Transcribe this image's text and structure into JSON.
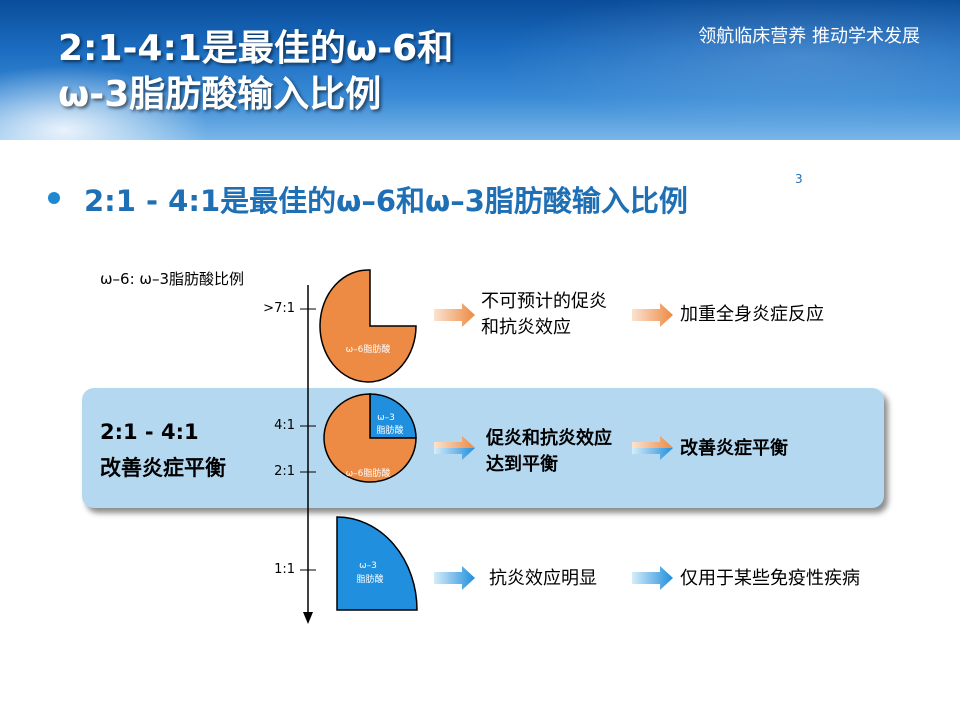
{
  "header": {
    "title_line1": "2:1-4:1是最佳的ω-6和",
    "title_line2": "ω-3脂肪酸输入比例",
    "slogan": "领航临床营养 推动学术发展"
  },
  "bullet": {
    "text": "2:1 - 4:1是最佳的ω–6和ω–3脂肪酸输入比例",
    "superscript": "3"
  },
  "diagram": {
    "axis_title": "ω–6: ω–3脂肪酸比例",
    "ticks": [
      ">7:1",
      "4:1",
      "2:1",
      "1:1"
    ],
    "band_line1": "2:1 - 4:1",
    "band_line2": "改善炎症平衡",
    "pie_labels": {
      "omega6": "ω–6脂肪酸",
      "omega3_line1": "ω–3",
      "omega3_line2": "脂肪酸"
    },
    "rows": [
      {
        "effect_line1": "不可预计的促炎",
        "effect_line2": "和抗炎效应",
        "result": "加重全身炎症反应"
      },
      {
        "effect_line1": "促炎和抗炎效应",
        "effect_line2": "达到平衡",
        "result": "改善炎症平衡"
      },
      {
        "effect_line1": "抗炎效应明显",
        "effect_line2": "",
        "result": "仅用于某些免疫性疾病"
      }
    ],
    "colors": {
      "omega6": "#ed8a44",
      "omega3": "#1f8fde",
      "band": "#b4d8f0"
    }
  }
}
